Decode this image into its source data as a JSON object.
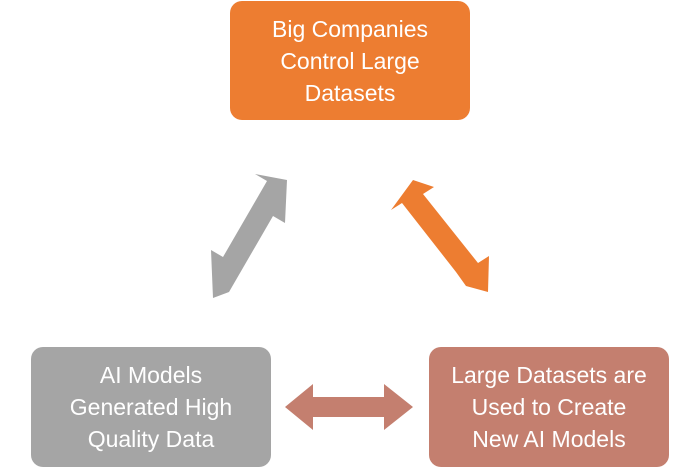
{
  "nodes": {
    "top": {
      "lines": [
        "Big Companies",
        "Control Large",
        "Datasets"
      ],
      "color": "#ed7d31"
    },
    "left": {
      "lines": [
        "AI Models",
        "Generated High",
        "Quality Data"
      ],
      "color": "#a5a5a5"
    },
    "right": {
      "lines": [
        "Large Datasets are",
        "Used to Create",
        "New AI Models"
      ],
      "color": "#c47f6f"
    }
  },
  "arrows": {
    "left_top": {
      "color": "#a5a5a5"
    },
    "top_right": {
      "color": "#ed7d31"
    },
    "left_right": {
      "color": "#c47f6f"
    }
  }
}
